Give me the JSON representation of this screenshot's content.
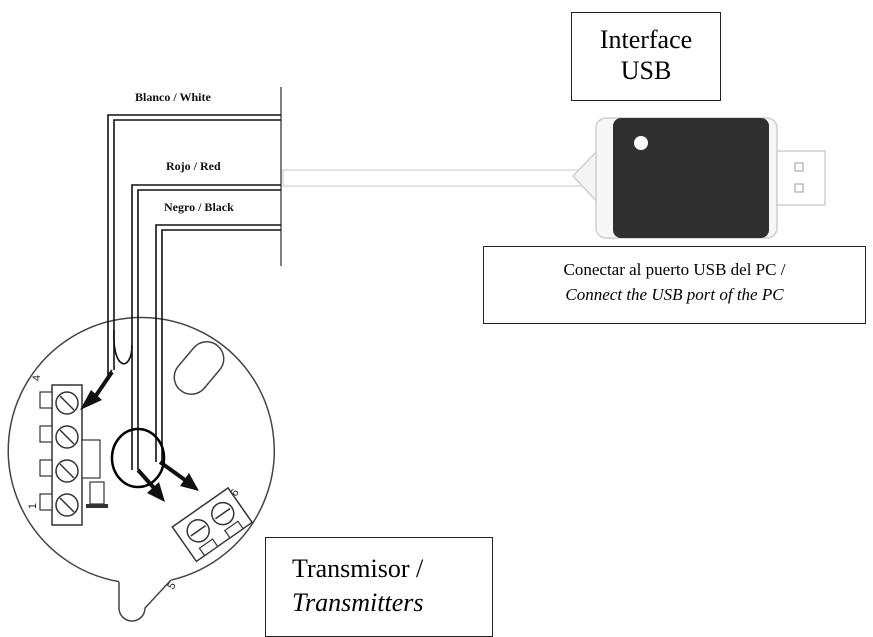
{
  "interface_box": {
    "line1": "Interface",
    "line2": "USB"
  },
  "connect_box": {
    "line1": "Conectar al puerto USB del PC /",
    "line2": "Connect the USB port of the PC"
  },
  "transmitter_box": {
    "line1": "Transmisor /",
    "line2": "Transmitters"
  },
  "wires": {
    "white": "Blanco / White",
    "red": "Rojo / Red",
    "black": "Negro / Black"
  },
  "terminal_numbers": {
    "t4": "4",
    "t1": "1",
    "t5": "5",
    "t6": "6"
  }
}
